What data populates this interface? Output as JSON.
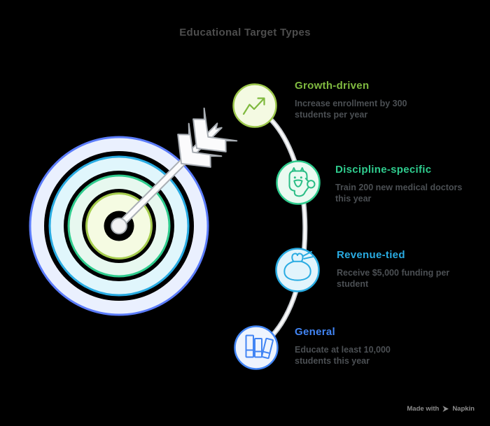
{
  "page": {
    "background": "#000000"
  },
  "title": {
    "text": "Educational Target Types",
    "color": "#4d4d4d"
  },
  "items": [
    {
      "label": "Growth-driven",
      "description": "Increase enrollment by 300 students per year",
      "accent": "#80BA40",
      "icon": "line-chart-icon",
      "circle_fill": "#F4FAE2",
      "circle_border": "#9CC74B",
      "glyph_color": "#7FB93E"
    },
    {
      "label": "Discipline-specific",
      "description": "Train 200 new medical doctors this year",
      "accent": "#2FCC8E",
      "icon": "stethoscope-icon",
      "circle_fill": "#EAFAF1",
      "circle_border": "#2FCC8E",
      "glyph_color": "#2BBE86"
    },
    {
      "label": "Revenue-tied",
      "description": "Receive $5,000 funding per student",
      "accent": "#29ABE2",
      "icon": "money-bag-icon",
      "circle_fill": "#E2F4FC",
      "circle_border": "#29ABE2",
      "glyph_color": "#29ABE2"
    },
    {
      "label": "General",
      "description": "Educate at least 10,000 students this year",
      "accent": "#4285F4",
      "icon": "books-icon",
      "circle_fill": "#EEF4FE",
      "circle_border": "#4285F4",
      "glyph_color": "#4285F4"
    }
  ],
  "target": {
    "rings": [
      {
        "stroke": "#5B7CFA",
        "fill": "#EAF0FE"
      },
      {
        "stroke": "#29ABE2",
        "fill": "#E0F6FC"
      },
      {
        "stroke": "#2FCC8E",
        "fill": "#E7F8EF"
      },
      {
        "stroke": "#A6CD4E",
        "fill": "#F5FBE2"
      }
    ],
    "arrow_fill": "#FBFBFC",
    "arrow_outline": "#A9AEB4"
  },
  "connector": {
    "edge_color": "#C8CCD1",
    "core_color": "#FAFAFA"
  },
  "footer": {
    "made_with": "Made with",
    "brand": "Napkin",
    "color": "#8e8e8e"
  },
  "text_color": "#4b4f53"
}
